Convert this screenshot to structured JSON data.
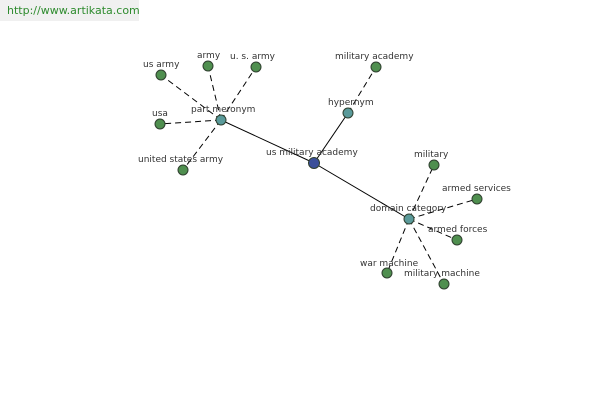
{
  "header": {
    "url": "http://www.artikata.com"
  },
  "colors": {
    "center": "#3b4f9a",
    "relation": "#5a9a9a",
    "leaf": "#4f8f4f",
    "edge": "#000000"
  },
  "graph": {
    "nodes": [
      {
        "id": "center",
        "label": "us military academy",
        "kind": "center"
      },
      {
        "id": "part-meronym",
        "label": "part meronym",
        "kind": "relation"
      },
      {
        "id": "hypernym",
        "label": "hypernym",
        "kind": "relation"
      },
      {
        "id": "domain-category",
        "label": "domain category",
        "kind": "relation"
      },
      {
        "id": "us-army",
        "label": "us army",
        "kind": "leaf"
      },
      {
        "id": "army",
        "label": "army",
        "kind": "leaf"
      },
      {
        "id": "u-s-army",
        "label": "u. s. army",
        "kind": "leaf"
      },
      {
        "id": "usa",
        "label": "usa",
        "kind": "leaf"
      },
      {
        "id": "united-states-army",
        "label": "united states army",
        "kind": "leaf"
      },
      {
        "id": "military-academy",
        "label": "military academy",
        "kind": "leaf"
      },
      {
        "id": "military",
        "label": "military",
        "kind": "leaf"
      },
      {
        "id": "armed-services",
        "label": "armed services",
        "kind": "leaf"
      },
      {
        "id": "armed-forces",
        "label": "armed forces",
        "kind": "leaf"
      },
      {
        "id": "war-machine",
        "label": "war machine",
        "kind": "leaf"
      },
      {
        "id": "military-machine",
        "label": "military machine",
        "kind": "leaf"
      }
    ],
    "edges": [
      {
        "from": "center",
        "to": "part-meronym",
        "style": "solid"
      },
      {
        "from": "center",
        "to": "hypernym",
        "style": "solid"
      },
      {
        "from": "center",
        "to": "domain-category",
        "style": "solid"
      },
      {
        "from": "part-meronym",
        "to": "us-army",
        "style": "dashed"
      },
      {
        "from": "part-meronym",
        "to": "army",
        "style": "dashed"
      },
      {
        "from": "part-meronym",
        "to": "u-s-army",
        "style": "dashed"
      },
      {
        "from": "part-meronym",
        "to": "usa",
        "style": "dashed"
      },
      {
        "from": "part-meronym",
        "to": "united-states-army",
        "style": "dashed"
      },
      {
        "from": "hypernym",
        "to": "military-academy",
        "style": "dashed"
      },
      {
        "from": "domain-category",
        "to": "military",
        "style": "dashed"
      },
      {
        "from": "domain-category",
        "to": "armed-services",
        "style": "dashed"
      },
      {
        "from": "domain-category",
        "to": "armed-forces",
        "style": "dashed"
      },
      {
        "from": "domain-category",
        "to": "war-machine",
        "style": "dashed"
      },
      {
        "from": "domain-category",
        "to": "military-machine",
        "style": "dashed"
      }
    ]
  }
}
